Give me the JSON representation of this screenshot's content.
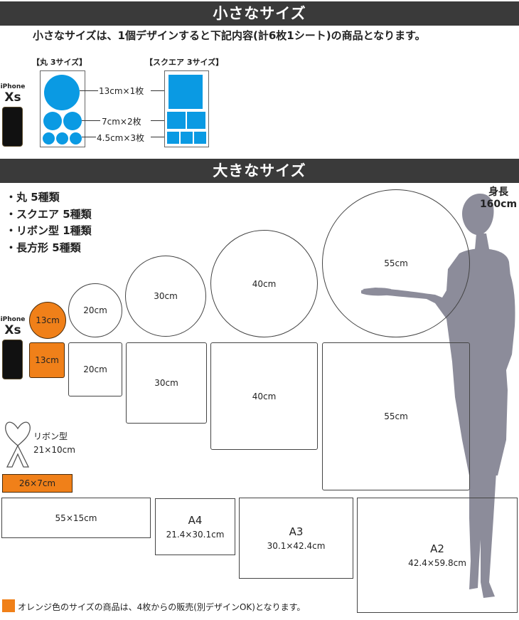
{
  "small_section": {
    "title": "小さなサイズ",
    "intro": "小さなサイズは、1個デザインすると下記内容(計6枚1シート)の商品となります。",
    "round_label": "【丸 3サイズ】",
    "square_label": "【スクエア 3サイズ】",
    "size_lines": [
      "13cm×1枚",
      "7cm×2枚",
      "4.5cm×3枚"
    ]
  },
  "phone": {
    "brand": "iPhone",
    "model": "Xs"
  },
  "large_section": {
    "title": "大きなサイズ",
    "list": [
      "・丸 5種類",
      "・スクエア 5種類",
      "・リボン型 1種類",
      "・長方形 5種類"
    ],
    "height_label": "身長",
    "height_value": "160cm",
    "circles": [
      "13cm",
      "20cm",
      "30cm",
      "40cm",
      "55cm"
    ],
    "squares": [
      "13cm",
      "20cm",
      "30cm",
      "40cm",
      "55cm"
    ],
    "ribbon_name": "リボン型",
    "ribbon_size": "21×10cm",
    "rect_orange": "26×7cm",
    "rect_long": "55×15cm",
    "papers": [
      {
        "name": "A4",
        "size": "21.4×30.1cm"
      },
      {
        "name": "A3",
        "size": "30.1×42.4cm"
      },
      {
        "name": "A2",
        "size": "42.4×59.8cm"
      }
    ],
    "footnote": "オレンジ色のサイズの商品は、4枚からの販売(別デザインOK)となります。"
  },
  "colors": {
    "orange": "#f08019",
    "blue": "#0a9ae3",
    "banner": "#3a3a3a",
    "silhouette": "#8c8c9a"
  }
}
